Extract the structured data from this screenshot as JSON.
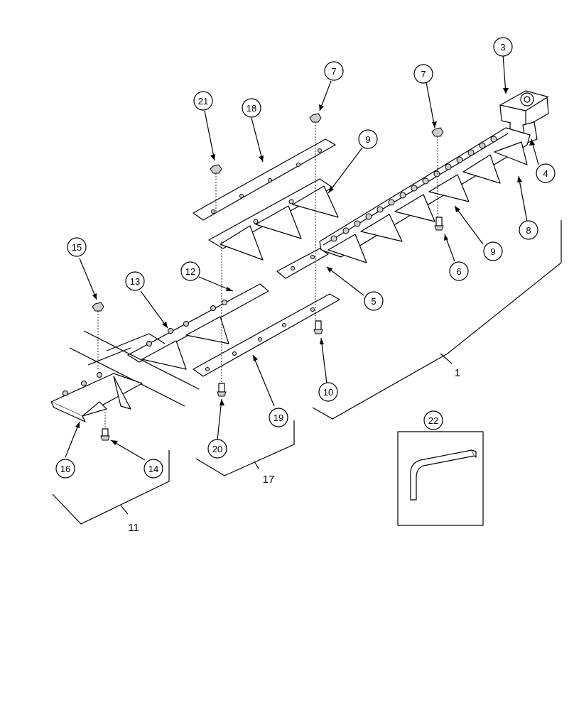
{
  "callouts": {
    "c1": "1",
    "c3": "3",
    "c4": "4",
    "c5": "5",
    "c6": "6",
    "c7a": "7",
    "c7b": "7",
    "c8": "8",
    "c9a": "9",
    "c9b": "9",
    "c10": "10",
    "c11": "11",
    "c12": "12",
    "c13": "13",
    "c14": "14",
    "c15": "15",
    "c16": "16",
    "c17": "17",
    "c18": "18",
    "c19": "19",
    "c20": "20",
    "c21": "21",
    "c22": "22"
  }
}
